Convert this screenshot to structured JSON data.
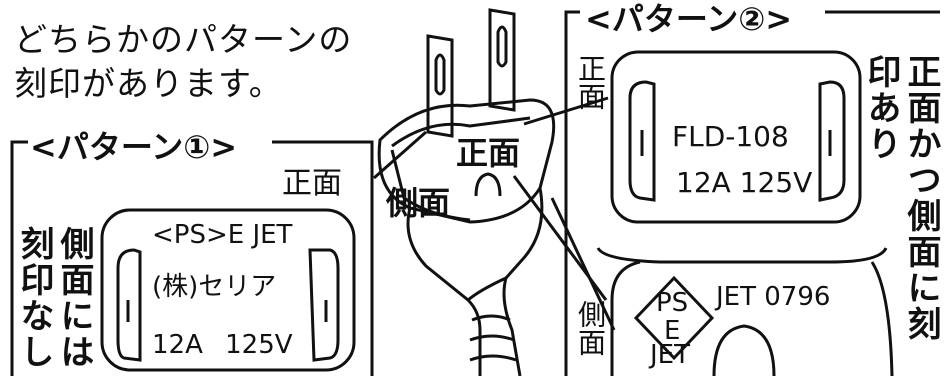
{
  "intro": {
    "line1": "どちらかのパターンの",
    "line2": "刻印があります。"
  },
  "pattern1": {
    "title": "<パターン①>",
    "front_label": "正面",
    "side_note": "側面には刻印なし",
    "side_note_col1": "側面には",
    "side_note_col2": "刻印なし",
    "stamp_line1": "<PS>E JET",
    "stamp_line2": "(株)セリア",
    "stamp_line3": "12A 125V"
  },
  "pattern2": {
    "title": "<パターン②>",
    "front_label": "正面",
    "side_label": "側面",
    "right_note": "正面かつ側面に刻印あり",
    "right_note_col1": "正面かつ側面に",
    "right_note_col2": "刻印あり",
    "stamp_line1": "FLD-108",
    "stamp_line2": "12A 125V",
    "side_pse_top": "PS",
    "side_pse_bottom": "E",
    "side_jet_number": "JET 0796",
    "side_jet": "JET"
  },
  "plug": {
    "front_label": "正面",
    "side_label": "側面"
  }
}
